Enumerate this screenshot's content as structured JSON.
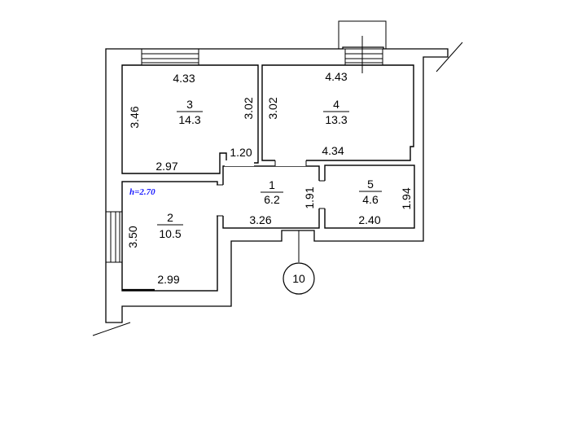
{
  "height_note": "h=2.70",
  "axis_label": "10",
  "rooms": [
    {
      "id": "room-3",
      "number": "3",
      "area": "14.3",
      "dims": {
        "top": "4.33",
        "left": "3.46",
        "right": "3.02",
        "bottom": "2.97",
        "notch": "1.20"
      }
    },
    {
      "id": "room-4",
      "number": "4",
      "area": "13.3",
      "dims": {
        "top": "4.43",
        "left": "3.02",
        "bottom": "4.34"
      }
    },
    {
      "id": "room-1",
      "number": "1",
      "area": "6.2",
      "dims": {
        "right": "1.91",
        "bottom": "3.26"
      }
    },
    {
      "id": "room-5",
      "number": "5",
      "area": "4.6",
      "dims": {
        "right": "1.94",
        "bottom": "2.40"
      }
    },
    {
      "id": "room-2",
      "number": "2",
      "area": "10.5",
      "dims": {
        "left": "3.50",
        "bottom": "2.99"
      }
    }
  ],
  "colors": {
    "lines": "#000000",
    "height_note": "#1a1aff"
  }
}
